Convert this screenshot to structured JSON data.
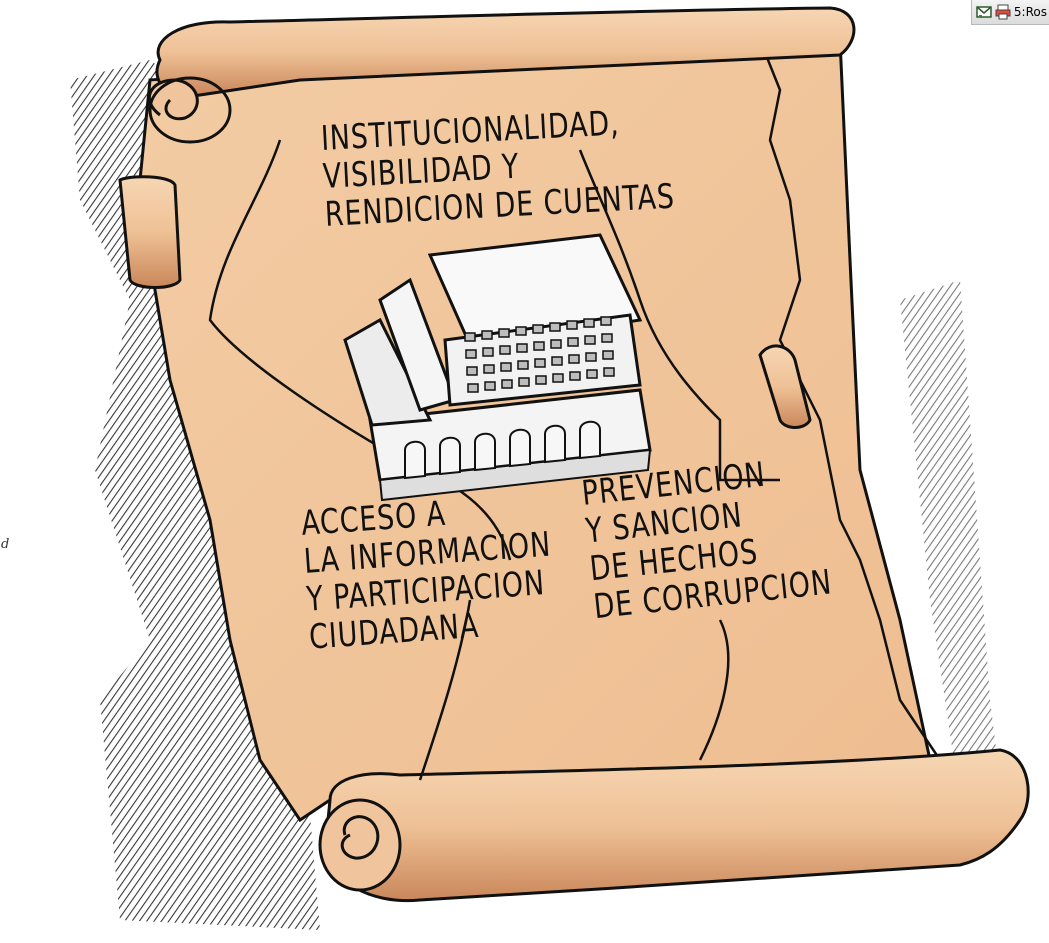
{
  "scroll": {
    "top_text": [
      "INSTITUCIONALIDAD,",
      "VISIBILIDAD Y",
      "RENDICION DE CUENTAS"
    ],
    "left_text": [
      "ACCESO A",
      "LA INFORMACION",
      "Y PARTICIPACION",
      "CIUDADANA"
    ],
    "right_text": [
      "PREVENCION",
      "Y SANCION",
      "DE HECHOS",
      "DE CORRUPCION"
    ],
    "colors": {
      "parchment": "#f2c9a0",
      "parchment_shadow": "#d89c6e",
      "ink": "#111111",
      "building": "#f2f2f2"
    }
  },
  "taskbar": {
    "label": "5:Ros",
    "icons": [
      "mail-icon",
      "printer-icon"
    ]
  },
  "side_fragment": "d"
}
